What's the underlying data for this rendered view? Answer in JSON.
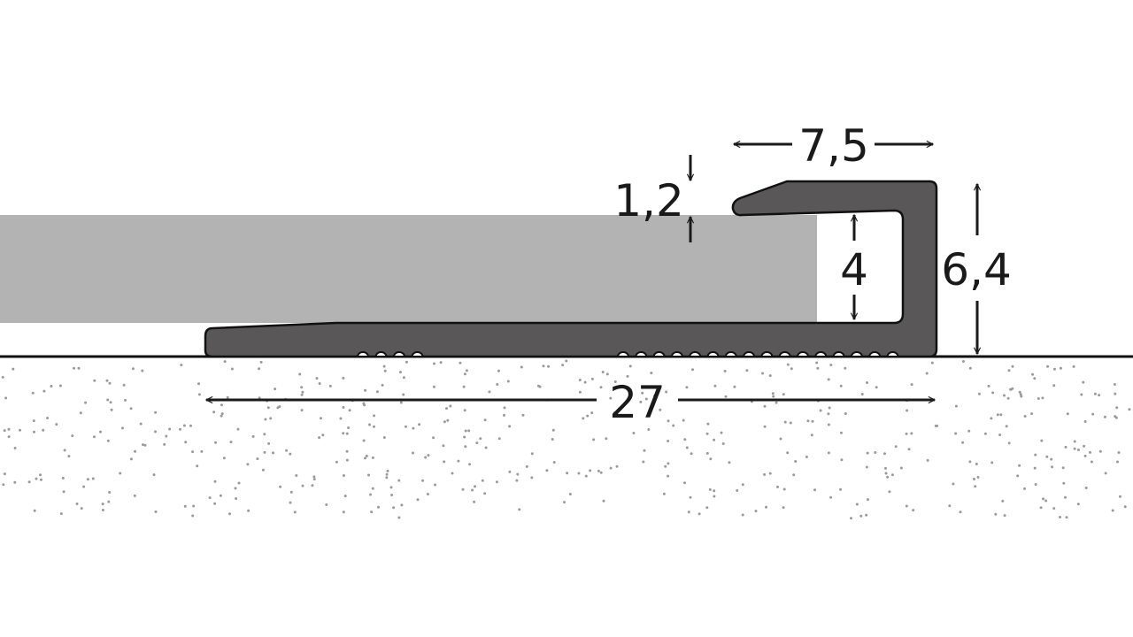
{
  "dimensions": {
    "top_width": "7,5",
    "lip_thickness": "1,2",
    "inner_height": "4",
    "total_height": "6,4",
    "base_width": "27"
  },
  "colors": {
    "profile": "#595758",
    "tile": "#b3b3b3",
    "subfloor_dots": "#9a9a9a",
    "lines": "#1a1a1a"
  }
}
